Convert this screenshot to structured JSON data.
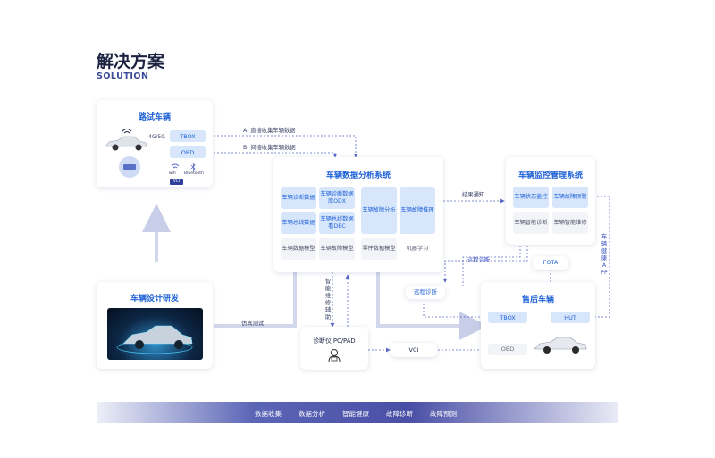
{
  "header": {
    "title": "解决方案",
    "subtitle": "SOLUTION"
  },
  "road_test": {
    "title": "路试车辆",
    "network": "4G/5G",
    "tbox": "TBOX",
    "obd": "OBD",
    "wifi": "wifi",
    "bluetooth": "Bluetooth",
    "vci": "VCI"
  },
  "design": {
    "title": "车辆设计研发"
  },
  "analysis": {
    "title": "车辆数据分析系统",
    "cells": [
      "车辆诊断数据",
      "车辆诊断数据库ODX",
      "车辆总线数据",
      "车辆总线数据看DBC",
      "车辆故障分析",
      "车辆故障推理",
      "车辆数据模型",
      "车辆故障模型",
      "零件数据模型",
      "机器学习"
    ]
  },
  "monitor": {
    "title": "车辆监控管理系统",
    "cells": [
      "车辆状态监控",
      "车辆故障预警",
      "车辆智能诊断",
      "车辆智能维修"
    ]
  },
  "aftersale": {
    "title": "售后车辆",
    "tbox": "TBOX",
    "hut": "HUT",
    "obd": "OBD"
  },
  "diag_tool": {
    "title": "诊断仪 PC/PAD"
  },
  "boxes": {
    "fota": "FOTA",
    "remote_diag": "远程诊断",
    "vci": "VCI"
  },
  "arrows": {
    "direct": "A. 直接收集车辆数据",
    "indirect": "B. 间接收集车辆数据",
    "result": "结果通知",
    "remote": "远程诊断",
    "sim": "仿真测试",
    "smart_repair": "智能维修辅助",
    "health_app": "车辆健康APP"
  },
  "footer": {
    "items": [
      "数据收集",
      "数据分析",
      "智能健康",
      "故障诊断",
      "故障预测"
    ]
  }
}
